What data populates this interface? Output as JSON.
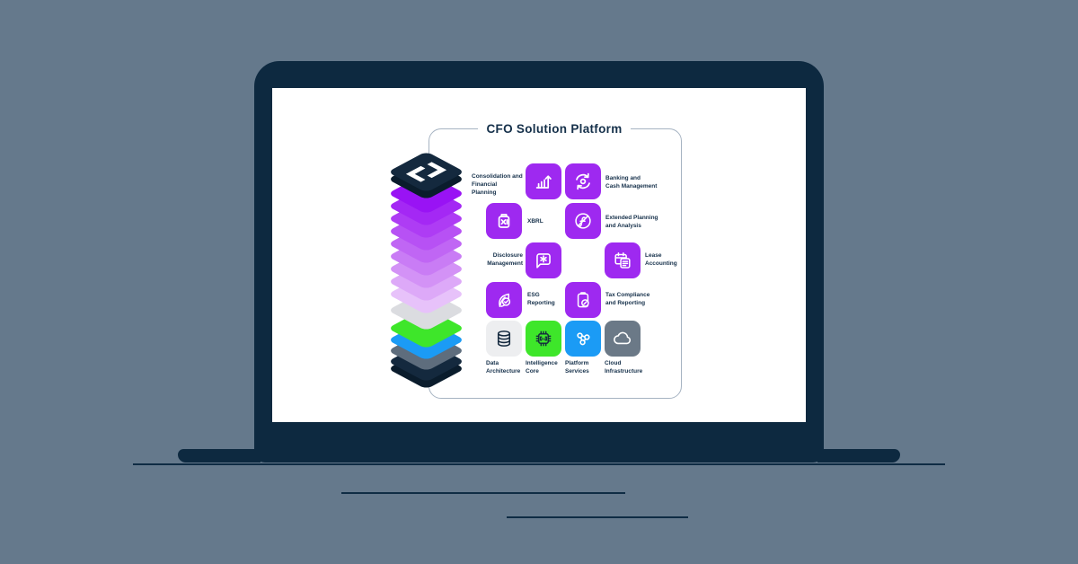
{
  "background_color": "#65798C",
  "laptop": {
    "frame_color": "#0D2940",
    "screen_color": "#FFFFFF"
  },
  "diagram": {
    "title": "CFO Solution Platform",
    "title_color": "#15304A",
    "panel_border_color": "#A6B3C2",
    "accent_purple": "#9E29F0",
    "modules": [
      {
        "label": "Consolidation and\nFinancial Planning",
        "icon": "bar-chart-growth-icon",
        "color": "#9E29F0"
      },
      {
        "label": "Banking and\nCash Management",
        "icon": "cash-cycle-icon",
        "color": "#9E29F0"
      },
      {
        "label": "XBRL",
        "icon": "xbrl-document-icon",
        "color": "#9E29F0"
      },
      {
        "label": "Extended Planning\nand Analysis",
        "icon": "function-circle-icon",
        "color": "#9E29F0"
      },
      {
        "label": "Disclosure\nManagement",
        "icon": "annotation-star-icon",
        "color": "#9E29F0"
      },
      {
        "label": "Lease\nAccounting",
        "icon": "calendar-ledger-icon",
        "color": "#9E29F0"
      },
      {
        "label": "ESG\nReporting",
        "icon": "leaf-check-icon",
        "color": "#9E29F0"
      },
      {
        "label": "Tax Compliance\nand Reporting",
        "icon": "tax-clipboard-icon",
        "color": "#9E29F0"
      }
    ],
    "foundation": [
      {
        "label": "Data\nArchitecture",
        "icon": "database-icon",
        "color": "#EDEEF0",
        "icon_color": "#14293E"
      },
      {
        "label": "Intelligence\nCore",
        "icon": "ai-chip-icon",
        "color": "#3EE62A",
        "icon_color": "#14293E"
      },
      {
        "label": "Platform\nServices",
        "icon": "network-nodes-icon",
        "color": "#1B9BF5",
        "icon_color": "#FFFFFF"
      },
      {
        "label": "Cloud\nInfrastructure",
        "icon": "cloud-icon",
        "color": "#6B7987",
        "icon_color": "#FFFFFF"
      }
    ],
    "stack": {
      "logo": "brand-logo-mark",
      "layers": [
        {
          "name": "brand-cap-face",
          "color": "#14293E"
        },
        {
          "name": "brand-cap-side",
          "color": "#0A1C2C"
        },
        {
          "name": "purple-1",
          "color": "#9913F4"
        },
        {
          "name": "purple-2",
          "color": "#A428F4"
        },
        {
          "name": "purple-3",
          "color": "#AE3CF4"
        },
        {
          "name": "purple-4",
          "color": "#B751F4"
        },
        {
          "name": "purple-5",
          "color": "#C066F4"
        },
        {
          "name": "purple-6",
          "color": "#C97CF5"
        },
        {
          "name": "purple-7",
          "color": "#D392F6"
        },
        {
          "name": "purple-8",
          "color": "#DDA9F8"
        },
        {
          "name": "purple-9",
          "color": "#E7C2FA"
        },
        {
          "name": "layer-light-gray",
          "color": "#DBDCE0"
        },
        {
          "name": "layer-green",
          "color": "#3EE62A"
        },
        {
          "name": "layer-blue",
          "color": "#1B9BF5"
        },
        {
          "name": "layer-slate",
          "color": "#5E6D7D"
        },
        {
          "name": "base-navy-face",
          "color": "#14293E"
        },
        {
          "name": "base-navy-side",
          "color": "#0A1C2C"
        }
      ]
    }
  }
}
